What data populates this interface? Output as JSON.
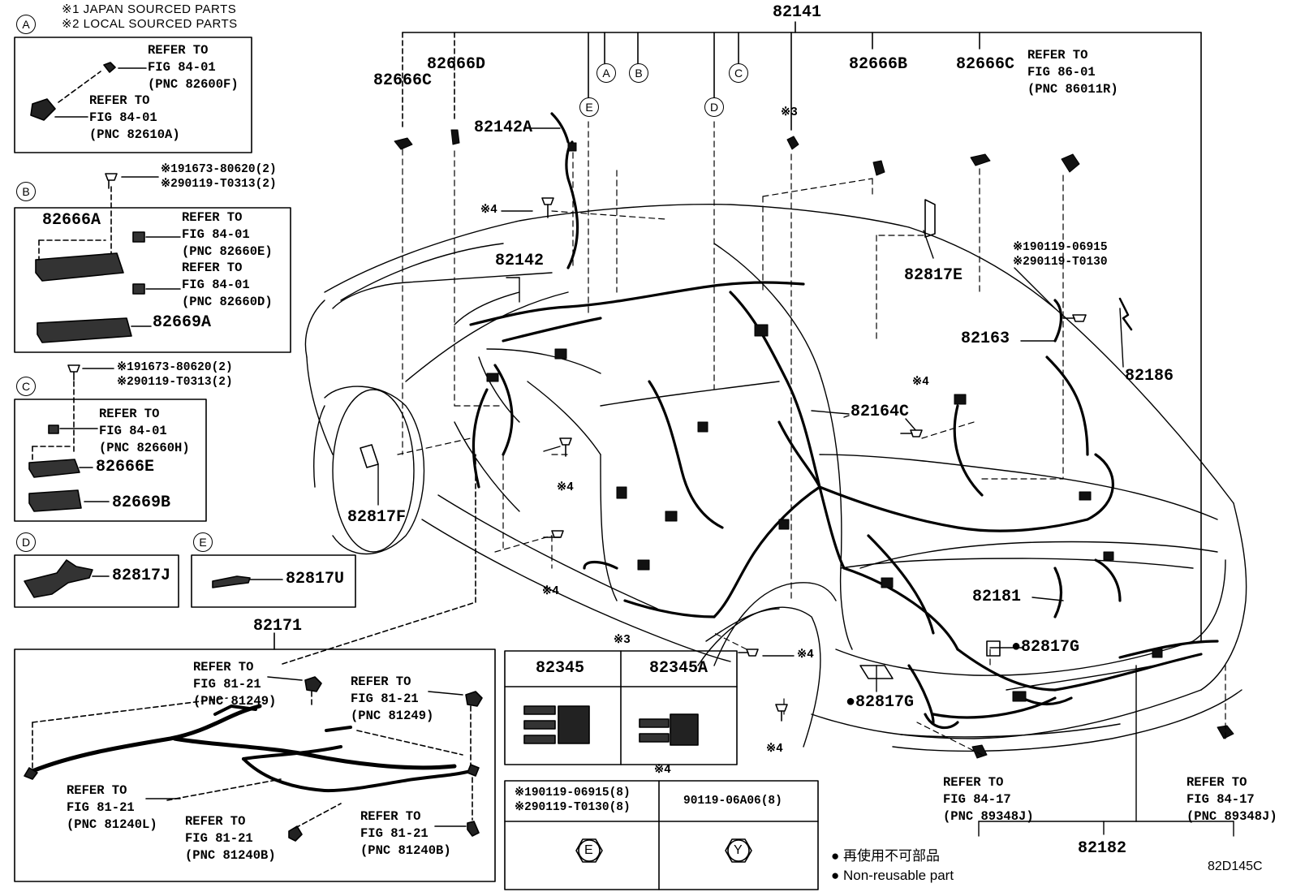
{
  "notes": {
    "japan": "※1 JAPAN SOURCED PARTS",
    "local": "※2 LOCAL SOURCED PARTS"
  },
  "insets": {
    "A": {
      "letter": "A",
      "ref1": "REFER TO\nFIG 84-01\n(PNC 82600F)",
      "ref2": "REFER TO\nFIG 84-01\n(PNC 82610A)"
    },
    "B": {
      "letter": "B",
      "bolt1": "※191673-80620(2)",
      "bolt2": "※290119-T0313(2)",
      "part1": "82666A",
      "ref1": "REFER TO\nFIG 84-01\n(PNC 82660E)",
      "ref2": "REFER TO\nFIG 84-01\n(PNC 82660D)",
      "part2": "82669A"
    },
    "C": {
      "letter": "C",
      "bolt1": "※191673-80620(2)",
      "bolt2": "※290119-T0313(2)",
      "ref1": "REFER TO\nFIG 84-01\n(PNC 82660H)",
      "part1": "82666E",
      "part2": "82669B"
    },
    "D": {
      "letter": "D",
      "part": "82817J"
    },
    "E": {
      "letter": "E",
      "part": "82817U"
    }
  },
  "parts": {
    "p82141": "82141",
    "p82666C_l": "82666C",
    "p82666D": "82666D",
    "p82142A": "82142A",
    "p82142": "82142",
    "p82666B": "82666B",
    "p82666C_r": "82666C",
    "p82817E": "82817E",
    "p82163": "82163",
    "p82186": "82186",
    "p82164C": "82164C",
    "p82817F": "82817F",
    "p82181": "82181",
    "p82817G_a": "●82817G",
    "p82817G_b": "●82817G",
    "p82171": "82171",
    "p82182": "82182",
    "x3": "※3",
    "x4a": "※4",
    "x4b": "※4",
    "x4c": "※4",
    "x4d": "※4",
    "x4e": "※4",
    "x4f": "※4"
  },
  "callout_letters": [
    "A",
    "B",
    "C",
    "D",
    "E"
  ],
  "refs": {
    "r86": "REFER TO\nFIG 86-01\n(PNC 86011R)",
    "bolts_right1": "※190119-06915",
    "bolts_right2": "※290119-T0130",
    "r8121_a": "REFER TO\nFIG 81-21\n(PNC 81249)",
    "r8121_b": "REFER TO\nFIG 81-21\n(PNC 81249)",
    "r8121_c": "REFER TO\nFIG 81-21\n(PNC 81240L)",
    "r8121_d": "REFER TO\nFIG 81-21\n(PNC 81240B)",
    "r8121_e": "REFER TO\nFIG 81-21\n(PNC 81240B)",
    "r8417_a": "REFER TO\nFIG 84-17\n(PNC 89348J)",
    "r8417_b": "REFER TO\nFIG 84-17\n(PNC 89348J)"
  },
  "table_x3": {
    "mark": "※3",
    "col1": "82345",
    "col2": "82345A"
  },
  "table_x4": {
    "mark": "※4",
    "col1_a": "※190119-06915(8)",
    "col1_b": "※290119-T0130(8)",
    "col2": "90119-06A06(8)",
    "sym1": "E",
    "sym2": "Y"
  },
  "legend": {
    "jp": "● 再使用不可部品",
    "en": "● Non-reusable part"
  },
  "diagram_code": "82D145C"
}
